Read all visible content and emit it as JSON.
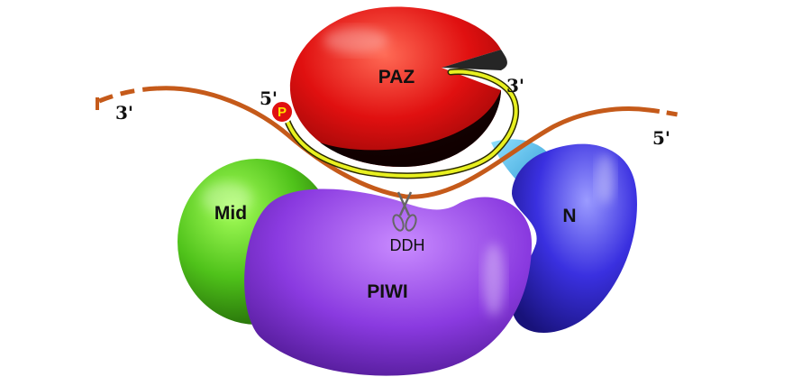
{
  "labels": {
    "paz": "PAZ",
    "mid": "Mid",
    "piwi": "PIWI",
    "n": "N",
    "ddh": "DDH",
    "phosphate": "P",
    "guide_5prime": "5'",
    "guide_3prime": "3'",
    "target_3prime": "3'",
    "target_5prime": "5'"
  },
  "colors": {
    "paz": "#e01010",
    "mid": "#4fc21a",
    "piwi": "#8a3ae0",
    "n": "#3a30e0",
    "target_strand": "#c55a1a",
    "guide_strand": "#e8f020",
    "linker": "#45b8e8",
    "phosphate": "#e01010",
    "phosphate_text": "#ffe000"
  },
  "icons": {
    "cleavage_site": "scissors-icon"
  }
}
